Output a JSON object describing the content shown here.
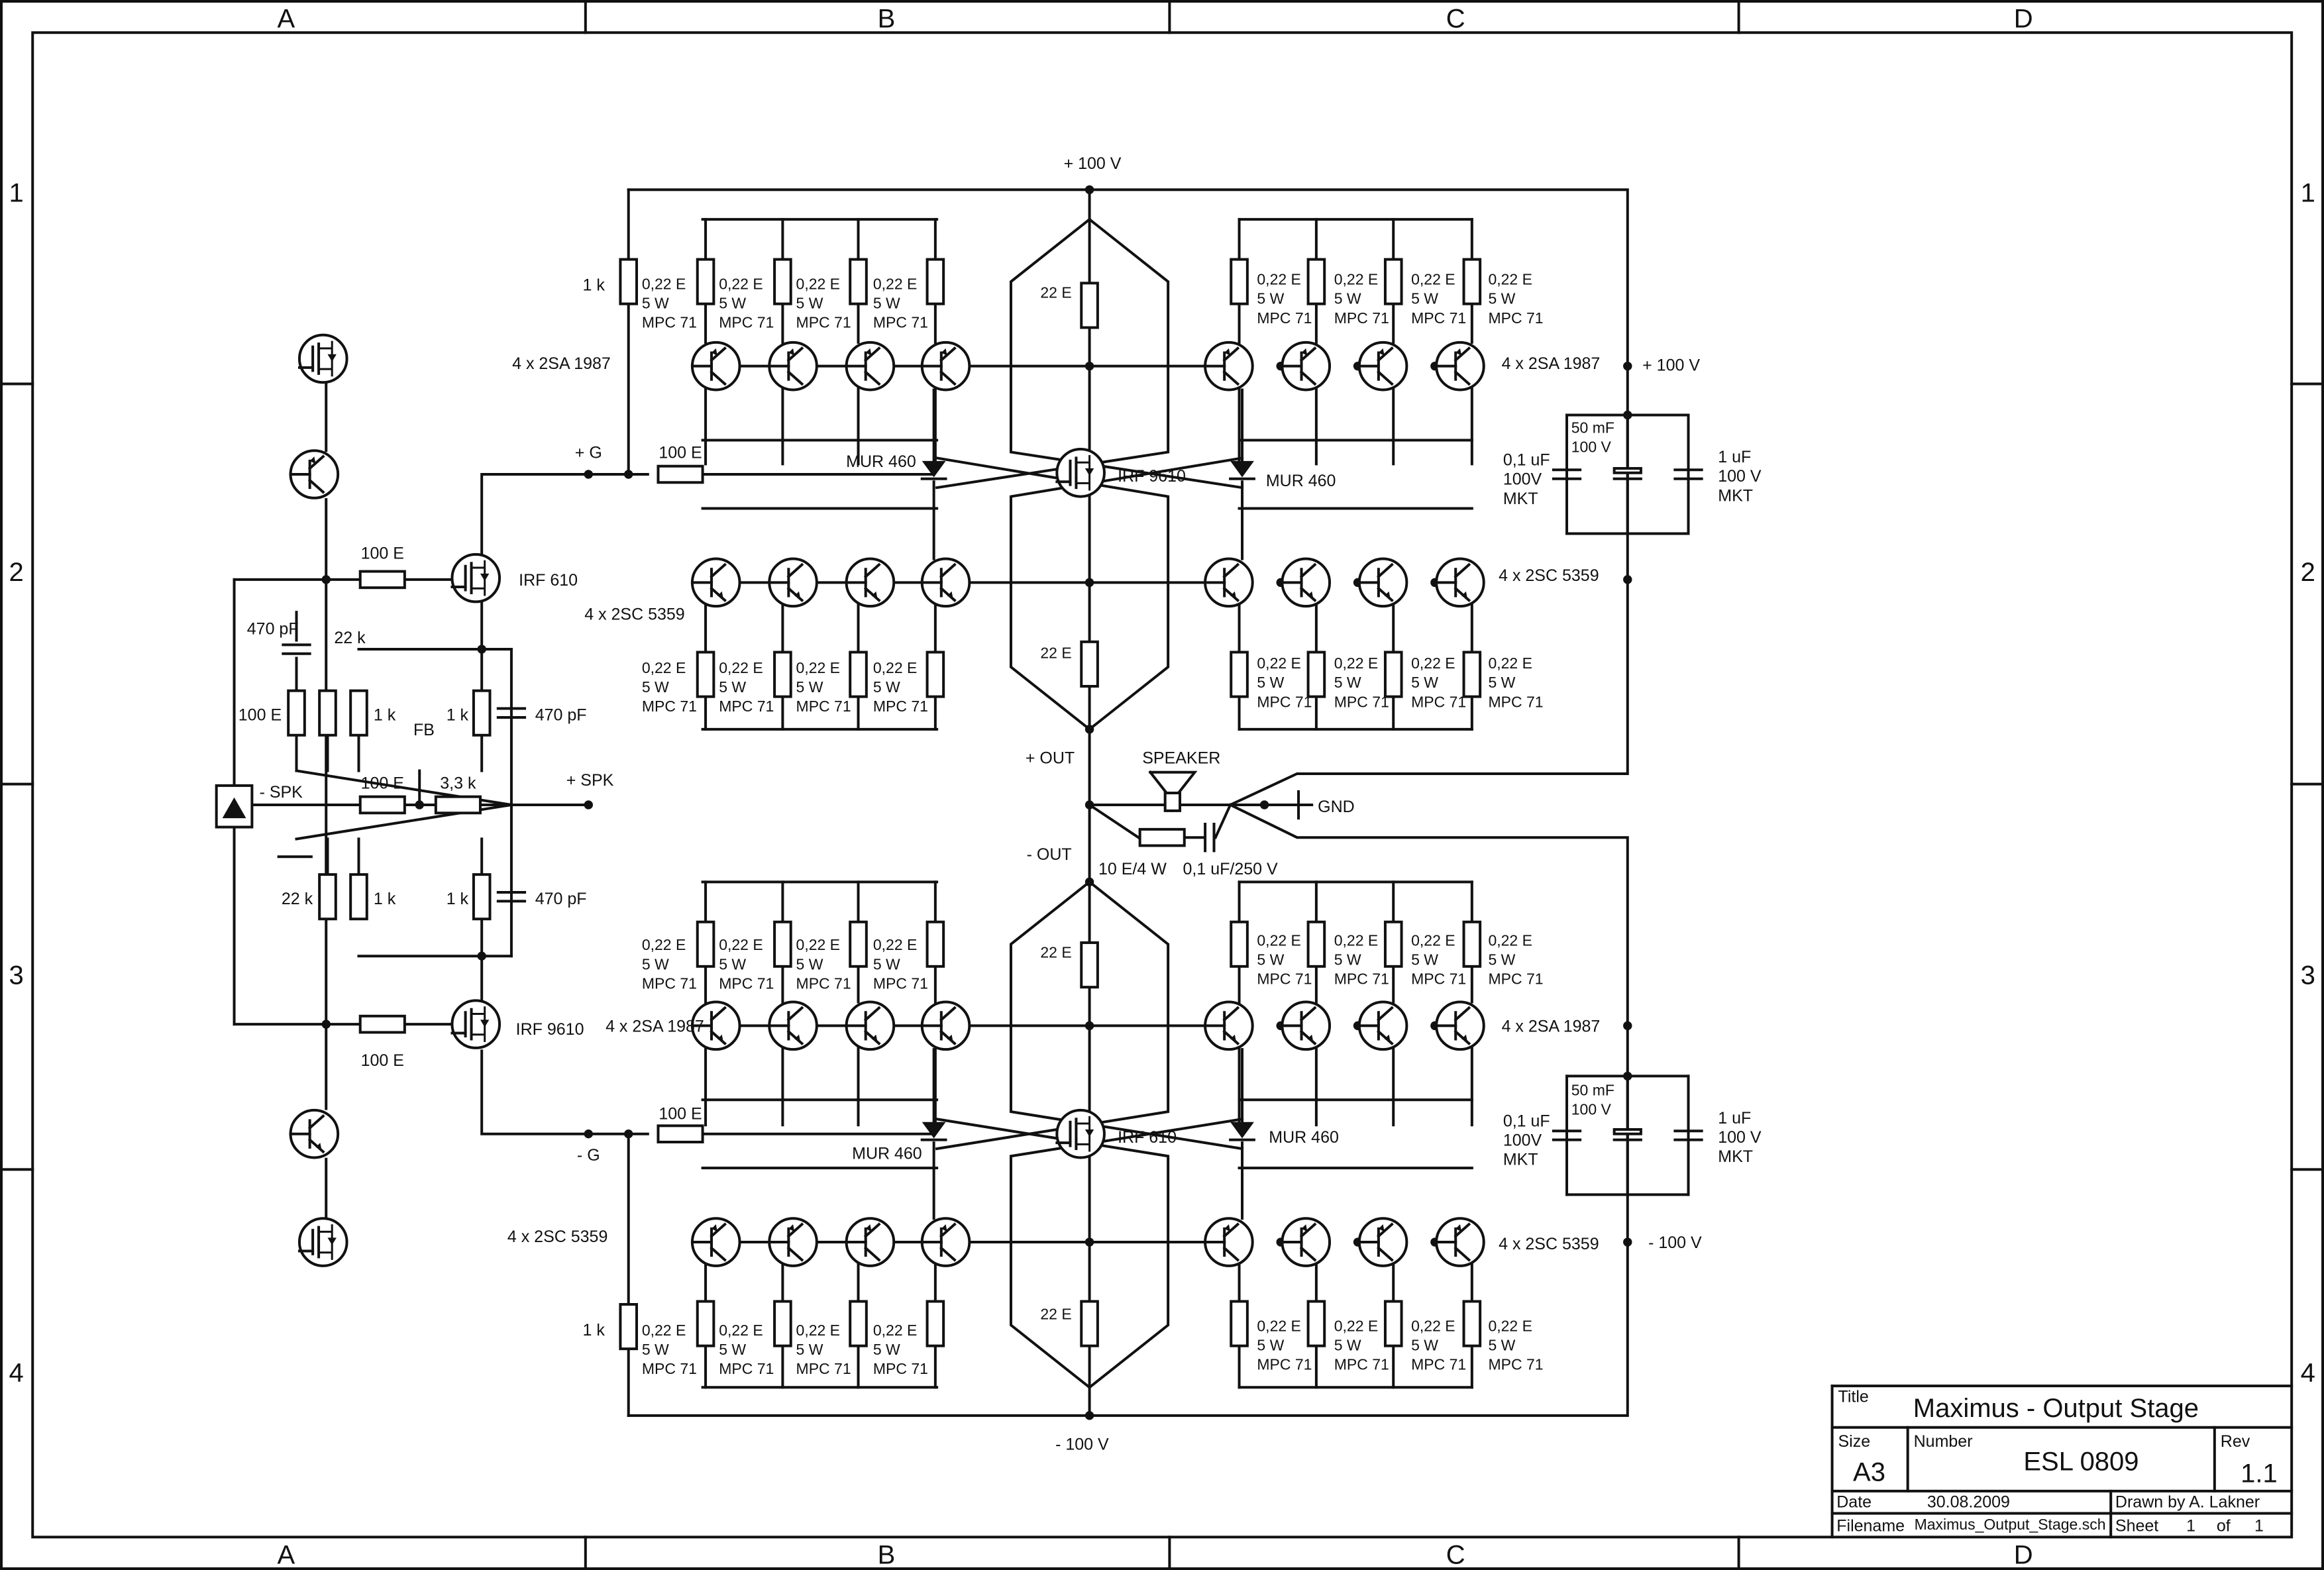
{
  "sheet": {
    "zones_columns": [
      "A",
      "B",
      "C",
      "D"
    ],
    "zones_rows": [
      "1",
      "2",
      "3",
      "4"
    ]
  },
  "labels": {
    "vplus": "+ 100 V",
    "vminus": "- 100 V",
    "vplus_right": "+ 100 V",
    "vminus_right": "- 100 V",
    "r1k": "1 k",
    "r022": "0,22 E",
    "r5w": "5 W",
    "rmpc": "MPC 71",
    "r22e": "22 E",
    "r100e": "100 E",
    "r22k": "22 k",
    "r33k": "3,3 k",
    "r10e": "10 E/4 W",
    "c01_250": "0,1 uF/250 V",
    "c470p": "470 pF",
    "c01": "0,1 uF",
    "c100vlc": "100V",
    "mkt": "MKT",
    "c50m": "50 mF",
    "c100v": "100 V",
    "c1u": "1 uF",
    "q2sa": "4 x 2SA 1987",
    "q2sc": "4 x 2SC 5359",
    "irf9610": "IRF 9610",
    "irf610": "IRF 610",
    "mur460": "MUR 460",
    "gplus": "+ G",
    "gminus": "- G",
    "outplus": "+ OUT",
    "outminus": "- OUT",
    "speaker": "SPEAKER",
    "gnd": "GND",
    "spkplus": "+ SPK",
    "spkminus": "- SPK",
    "fb": "FB"
  },
  "title_block": {
    "title_label": "Title",
    "title": "Maximus - Output Stage",
    "size_label": "Size",
    "size": "A3",
    "number_label": "Number",
    "number": "ESL 0809",
    "rev_label": "Rev",
    "rev": "1.1",
    "date_label": "Date",
    "date": "30.08.2009",
    "drawn_by": "Drawn by A. Lakner",
    "filename_label": "Filename",
    "filename": "Maximus_Output_Stage.sch",
    "sheet_label": "Sheet",
    "sheet_num": "1",
    "of_label": "of",
    "sheet_total": "1"
  }
}
